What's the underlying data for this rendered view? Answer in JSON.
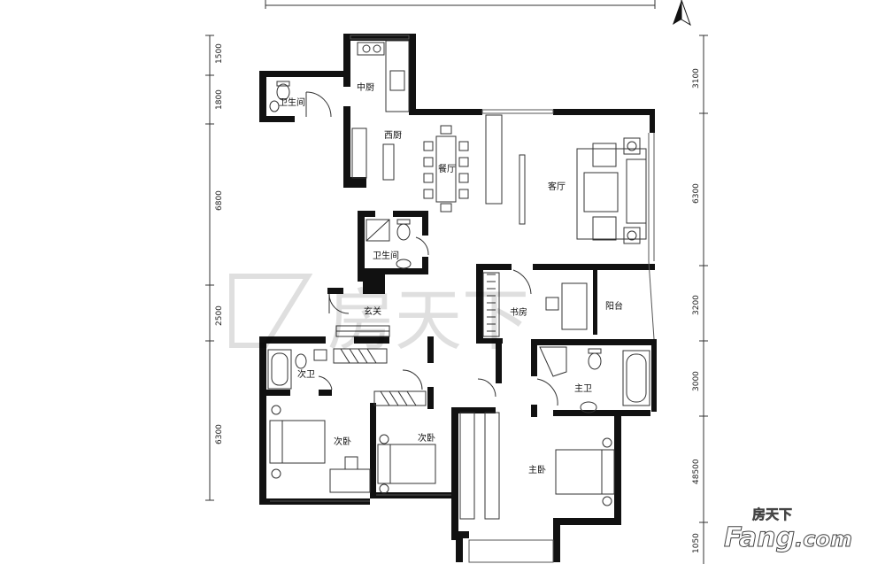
{
  "rooms": {
    "middle_kitchen": "中厨",
    "bath_top": "卫生间",
    "western_kitchen": "西厨",
    "dining": "餐厅",
    "living": "客厅",
    "bath_mid": "卫生间",
    "foyer": "玄关",
    "study": "书房",
    "balcony": "阳台",
    "second_bath": "次卫",
    "bedroom_left": "次卧",
    "bedroom_mid": "次卧",
    "master_bath": "主卫",
    "master_bedroom": "主卧"
  },
  "dimensions": {
    "left": [
      "1500",
      "1800",
      "6800",
      "2500",
      "6300"
    ],
    "right": [
      "3100",
      "6300",
      "3200",
      "3000",
      "48500",
      "1050"
    ]
  },
  "watermark": {
    "center_text": "房天下",
    "logo_cn": "房天下",
    "logo_en": "Fang",
    "logo_suffix": ".com"
  }
}
